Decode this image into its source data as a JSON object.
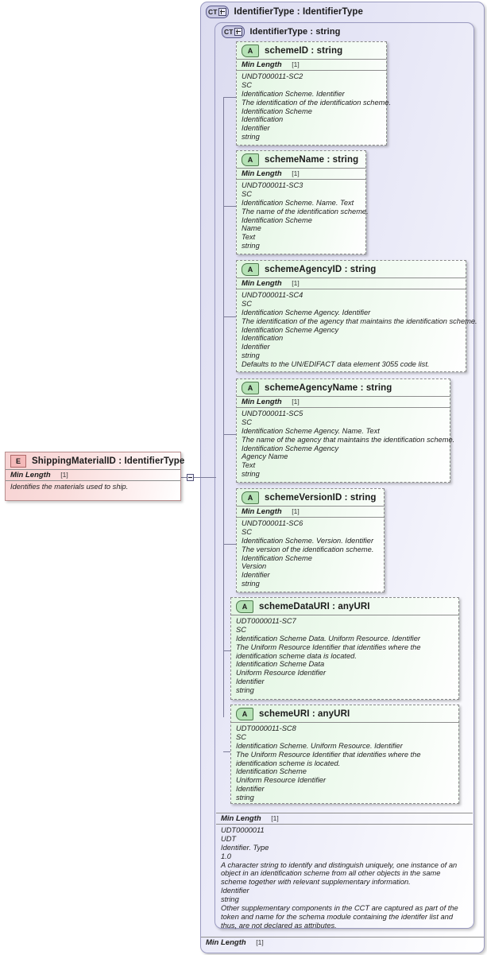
{
  "diagram": {
    "title": "XSD schema diagram",
    "icons": {
      "complex_type": "CT+",
      "attribute": "A",
      "element": "E",
      "collapse": "collapse-icon"
    },
    "colors": {
      "complex_type_fill": "#e6e6f6",
      "attribute_fill": "#ecf9ec",
      "element_fill": "#fadedd",
      "border": "#9a9ac0",
      "connector": "#7d7d9a"
    }
  },
  "element": {
    "icon": "E",
    "title": "ShippingMaterialID : IdentifierType",
    "facet": {
      "name": "Min Length",
      "value": "[1]"
    },
    "doc": "Identifies the materials used to ship."
  },
  "outer_type": {
    "icon": "CT+",
    "title": "IdentifierType : IdentifierType",
    "facet": {
      "name": "Min Length",
      "value": "[1]"
    }
  },
  "inner_type": {
    "icon": "CT+",
    "title": "IdentifierType : string",
    "facet": {
      "name": "Min Length",
      "value": "[1]"
    },
    "doc": [
      "UDT0000011",
      "UDT",
      "Identifier. Type",
      "1.0",
      "A character string to identify and distinguish uniquely, one instance of an object in an identification scheme from all other objects in the same scheme together with relevant supplementary information.",
      "Identifier",
      "string",
      "Other supplementary components in the CCT are captured as part of the token and name for the schema module containing the identifer list and thus, are not declared as attributes."
    ]
  },
  "attributes": [
    {
      "icon": "A",
      "title": "schemeID : string",
      "facet": {
        "name": "Min Length",
        "value": "[1]"
      },
      "doc": [
        "UNDT000011-SC2",
        "SC",
        "Identification Scheme. Identifier",
        "The identification of the identification scheme.",
        "Identification Scheme",
        "Identification",
        "Identifier",
        "string"
      ]
    },
    {
      "icon": "A",
      "title": "schemeName : string",
      "facet": {
        "name": "Min Length",
        "value": "[1]"
      },
      "doc": [
        "UNDT000011-SC3",
        "SC",
        "Identification Scheme. Name. Text",
        "The name of the identification scheme.",
        "Identification Scheme",
        "Name",
        "Text",
        "string"
      ]
    },
    {
      "icon": "A",
      "title": "schemeAgencyID : string",
      "facet": {
        "name": "Min Length",
        "value": "[1]"
      },
      "doc": [
        "UNDT000011-SC4",
        "SC",
        "Identification Scheme Agency. Identifier",
        "The identification of the agency that maintains the identification scheme.",
        "Identification Scheme Agency",
        "Identification",
        "Identifier",
        "string",
        "Defaults to the UN/EDIFACT data element 3055 code list."
      ]
    },
    {
      "icon": "A",
      "title": "schemeAgencyName : string",
      "facet": {
        "name": "Min Length",
        "value": "[1]"
      },
      "doc": [
        "UNDT000011-SC5",
        "SC",
        "Identification Scheme Agency. Name. Text",
        "The name of the agency that maintains the identification scheme.",
        "Identification Scheme Agency",
        "Agency Name",
        "Text",
        "string"
      ]
    },
    {
      "icon": "A",
      "title": "schemeVersionID : string",
      "facet": {
        "name": "Min Length",
        "value": "[1]"
      },
      "doc": [
        "UNDT000011-SC6",
        "SC",
        "Identification Scheme. Version. Identifier",
        "The version of the identification scheme.",
        "Identification Scheme",
        "Version",
        "Identifier",
        "string"
      ]
    },
    {
      "icon": "A",
      "title": "schemeDataURI : anyURI",
      "facet": null,
      "doc": [
        "UDT0000011-SC7",
        "SC",
        "Identification Scheme Data. Uniform Resource. Identifier",
        "The Uniform Resource Identifier that identifies where the identification scheme data is located.",
        "Identification Scheme Data",
        "Uniform Resource Identifier",
        "Identifier",
        "string"
      ]
    },
    {
      "icon": "A",
      "title": "schemeURI : anyURI",
      "facet": null,
      "doc": [
        "UDT0000011-SC8",
        "SC",
        "Identification Scheme. Uniform Resource. Identifier",
        "The Uniform Resource Identifier that identifies where the identification scheme is located.",
        "Identification Scheme",
        "Uniform Resource Identifier",
        "Identifier",
        "string"
      ]
    }
  ]
}
